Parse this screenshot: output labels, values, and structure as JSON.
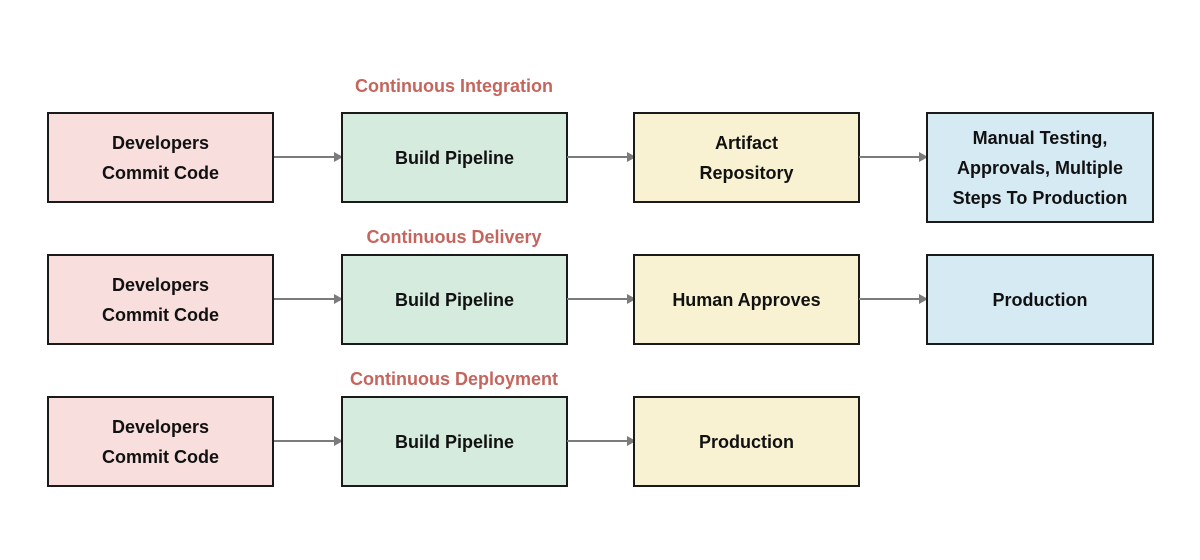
{
  "palette": {
    "pink": "#f8dedd",
    "green": "#d4ebde",
    "yellow": "#f8f2d2",
    "blue": "#d6eaf4",
    "border": "#1a1a1a",
    "arrow": "#7b7b7b",
    "title": "#c5655d",
    "text": "#111111",
    "bg": "#ffffff"
  },
  "diagram": {
    "rows": [
      {
        "title": "Continuous Integration",
        "nodes": [
          {
            "color": "pink",
            "lines": [
              "Developers",
              "Commit Code"
            ]
          },
          {
            "color": "green",
            "lines": [
              "Build Pipeline"
            ]
          },
          {
            "color": "yellow",
            "lines": [
              "Artifact",
              "Repository"
            ]
          },
          {
            "color": "blue",
            "lines": [
              "Manual Testing,",
              "Approvals, Multiple",
              "Steps To Production"
            ]
          }
        ],
        "edges": [
          {
            "from": "Developers Commit Code",
            "to": "Build Pipeline"
          },
          {
            "from": "Build Pipeline",
            "to": "Artifact Repository"
          },
          {
            "from": "Artifact Repository",
            "to": "Manual Testing, Approvals, Multiple Steps To Production"
          }
        ]
      },
      {
        "title": "Continuous Delivery",
        "nodes": [
          {
            "color": "pink",
            "lines": [
              "Developers",
              "Commit Code"
            ]
          },
          {
            "color": "green",
            "lines": [
              "Build Pipeline"
            ]
          },
          {
            "color": "yellow",
            "lines": [
              "Human Approves"
            ]
          },
          {
            "color": "blue",
            "lines": [
              "Production"
            ]
          }
        ],
        "edges": [
          {
            "from": "Developers Commit Code",
            "to": "Build Pipeline"
          },
          {
            "from": "Build Pipeline",
            "to": "Human Approves"
          },
          {
            "from": "Human Approves",
            "to": "Production"
          }
        ]
      },
      {
        "title": "Continuous Deployment",
        "nodes": [
          {
            "color": "pink",
            "lines": [
              "Developers",
              "Commit Code"
            ]
          },
          {
            "color": "green",
            "lines": [
              "Build Pipeline"
            ]
          },
          {
            "color": "yellow",
            "lines": [
              "Production"
            ]
          }
        ],
        "edges": [
          {
            "from": "Developers Commit Code",
            "to": "Build Pipeline"
          },
          {
            "from": "Build Pipeline",
            "to": "Production"
          }
        ]
      }
    ]
  }
}
